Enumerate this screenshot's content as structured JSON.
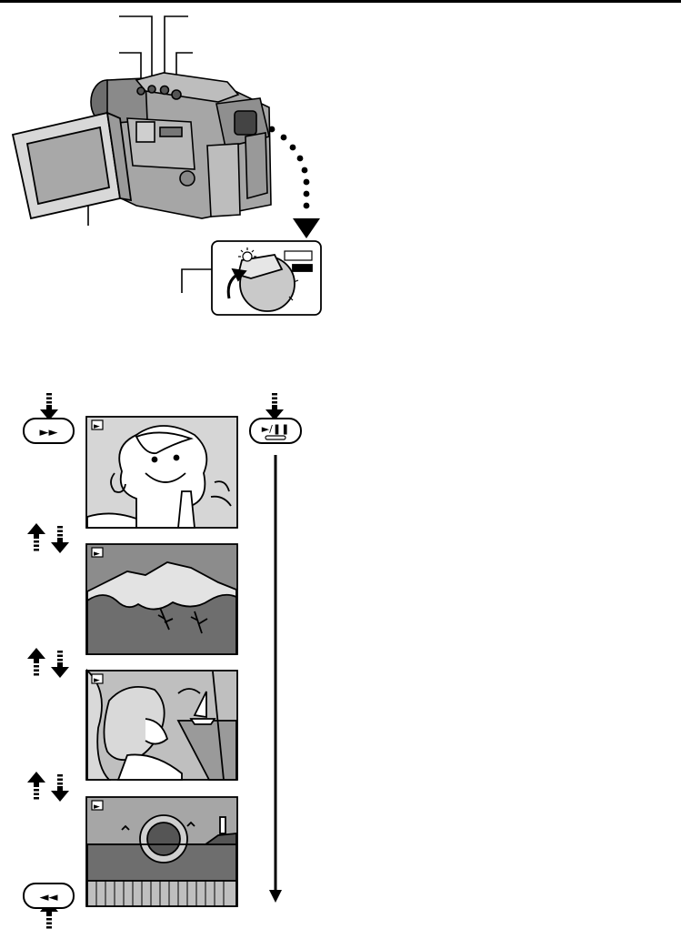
{
  "buttons": {
    "ff_glyph": "►►",
    "rew_glyph": "◄◄",
    "play_pause_glyph": "►/❚❚"
  },
  "frames": {
    "play_indicator": "►",
    "items": [
      "portrait-woman",
      "mountain-landscape",
      "woman-window-sailboat",
      "sunset-sea-lighthouse"
    ]
  },
  "colors": {
    "ink": "#000000",
    "frame_fill_light": "#d9d9d9",
    "frame_fill_mid": "#8c8c8c",
    "frame_fill_dark": "#595959",
    "camera_body": "#9a9a9a"
  }
}
